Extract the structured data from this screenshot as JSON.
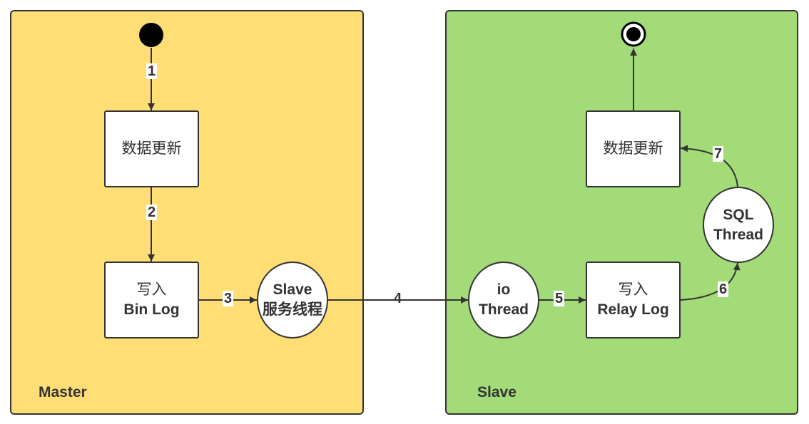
{
  "colors": {
    "master_panel": "#FFDE75",
    "slave_panel": "#A3DB78",
    "stroke": "#333333",
    "node_fill": "#FFFFFF"
  },
  "panels": {
    "master_label": "Master",
    "slave_label": "Slave"
  },
  "nodes": {
    "master_update": "数据更新",
    "write_binlog_line1": "写入",
    "write_binlog_line2": "Bin Log",
    "slave_service_line1": "Slave",
    "slave_service_line2": "服务线程",
    "io_thread_line1": "io",
    "io_thread_line2": "Thread",
    "write_relaylog_line1": "写入",
    "write_relaylog_line2": "Relay Log",
    "sql_thread_line1": "SQL",
    "sql_thread_line2": "Thread",
    "slave_update": "数据更新"
  },
  "edge_labels": {
    "e1": "1",
    "e2": "2",
    "e3": "3",
    "e4": "4",
    "e5": "5",
    "e6": "6",
    "e7": "7"
  },
  "markers": {
    "start_icon": "filled-circle",
    "end_icon": "bullseye-circle"
  }
}
